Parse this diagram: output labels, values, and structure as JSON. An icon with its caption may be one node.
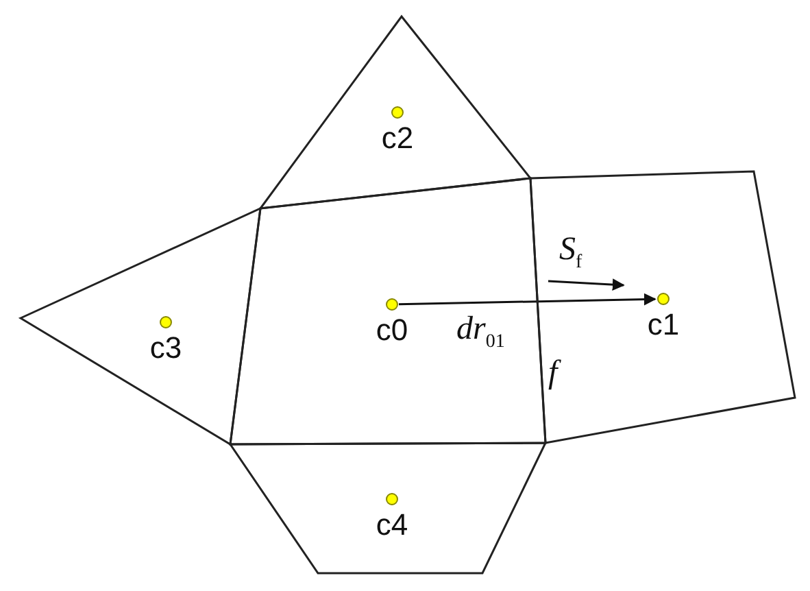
{
  "diagram": {
    "nodes": [
      {
        "text": [
          "c0"
        ]
      },
      {
        "text": [
          "c1"
        ]
      },
      {
        "text": [
          "c2"
        ]
      },
      {
        "text": [
          "c3"
        ]
      },
      {
        "text": [
          "c4"
        ]
      }
    ],
    "edges": [
      {
        "from": 0,
        "to": 1,
        "arrow": "to",
        "label": "dr$_{01}$"
      }
    ],
    "labels": [
      "S$_{f}$",
      "f"
    ]
  }
}
